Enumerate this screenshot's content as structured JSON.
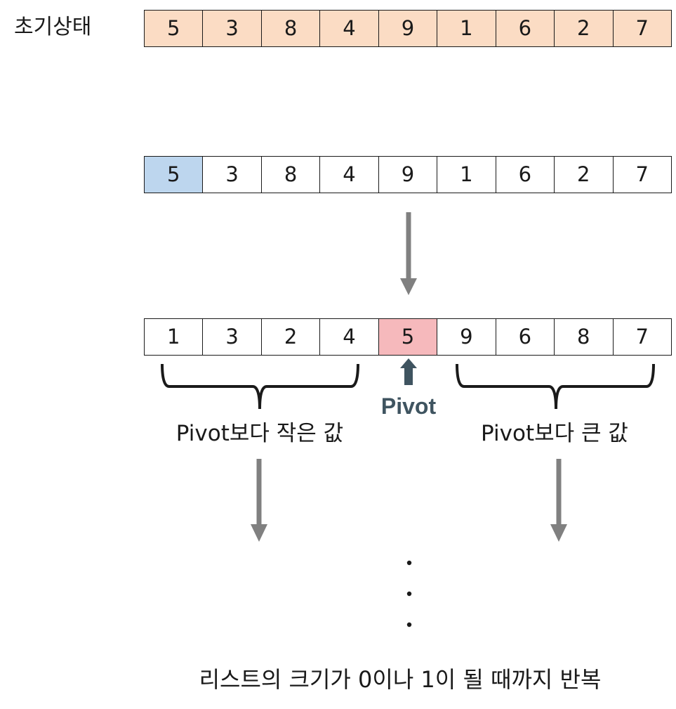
{
  "initial_label": "초기상태",
  "rows": {
    "initial": [
      "5",
      "3",
      "8",
      "4",
      "9",
      "1",
      "6",
      "2",
      "7"
    ],
    "pivot_select": [
      "5",
      "3",
      "8",
      "4",
      "9",
      "1",
      "6",
      "2",
      "7"
    ],
    "partitioned": [
      "1",
      "3",
      "2",
      "4",
      "5",
      "9",
      "6",
      "8",
      "7"
    ]
  },
  "highlights": {
    "pivot_select_index": 0,
    "partitioned_pivot_index": 4
  },
  "pivot_label": "Pivot",
  "left_group_label": "Pivot보다 작은 값",
  "right_group_label": "Pivot보다 큰 값",
  "ellipsis": "·\n·\n·",
  "caption": "리스트의 크기가 0이나 1이 될 때까지 반복",
  "colors": {
    "initial_fill": "#fbdcc4",
    "selected_fill": "#bdd6ee",
    "pivot_fill": "#f6b9bc",
    "arrow": "#808080",
    "pivot_arrow": "#3f5460"
  }
}
